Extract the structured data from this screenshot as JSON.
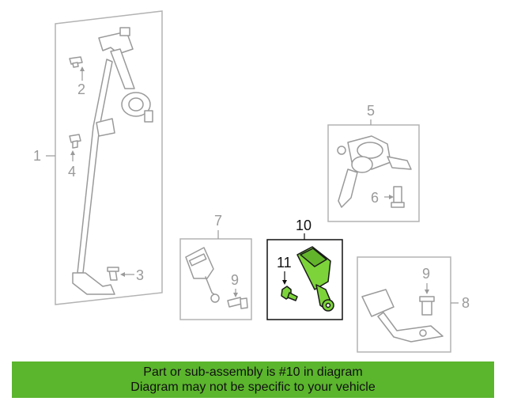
{
  "diagram": {
    "callouts": {
      "c1": "1",
      "c2": "2",
      "c3": "3",
      "c4": "4",
      "c5": "5",
      "c6": "6",
      "c7": "7",
      "c8": "8",
      "c9a": "9",
      "c9b": "9",
      "c10": "10",
      "c11": "11"
    },
    "highlight_part": "10",
    "colors": {
      "highlight_fill": "#7cd43a",
      "banner": "#5bb52d",
      "inactive_line": "#9a9a9a"
    }
  },
  "banner": {
    "line1": "Part or sub-assembly is #10 in diagram",
    "line2": "Diagram may not be specific to your vehicle"
  }
}
